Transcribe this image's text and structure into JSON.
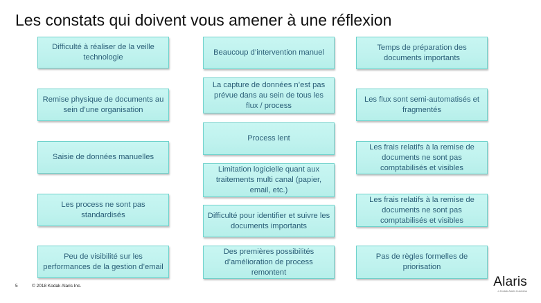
{
  "slide": {
    "title": "Les constats qui doivent vous amener à une réflexion",
    "left_column": [
      "Difficulté à réaliser de la veille technologie",
      "Remise physique de documents au sein d’une organisation",
      "Saisie de données manuelles",
      "Les process ne sont pas standardisés",
      "Peu de visibilité sur les performances de la gestion d’email"
    ],
    "middle_column": [
      "Beaucoup d’intervention manuel",
      "La capture de données n’est pas prévue dans au sein de tous les flux / process",
      "Process lent",
      "Limitation logicielle quant aux traitements multi canal (papier, email, etc.)",
      "Difficulté pour identifier et suivre les documents importants",
      "Des premières possibilités d’amélioration de process remontent"
    ],
    "right_column": [
      "Temps de préparation des documents importants",
      "Les flux sont semi-automatisés et fragmentés",
      "Les frais relatifs à la remise de documents ne sont pas comptabilisés et visibles",
      "Les frais relatifs à la remise de documents ne sont pas comptabilisés et visibles",
      "Pas de règles formelles de priorisation"
    ]
  },
  "footer": {
    "page_number": "5",
    "copyright": "© 2018 Kodak Alaris Inc.",
    "logo_text": "Alaris",
    "logo_tagline": "a Kodak Alaris business"
  },
  "colors": {
    "box_fill": "#bff2ee",
    "box_border": "#6fd2cc",
    "box_text": "#2b5f78"
  }
}
